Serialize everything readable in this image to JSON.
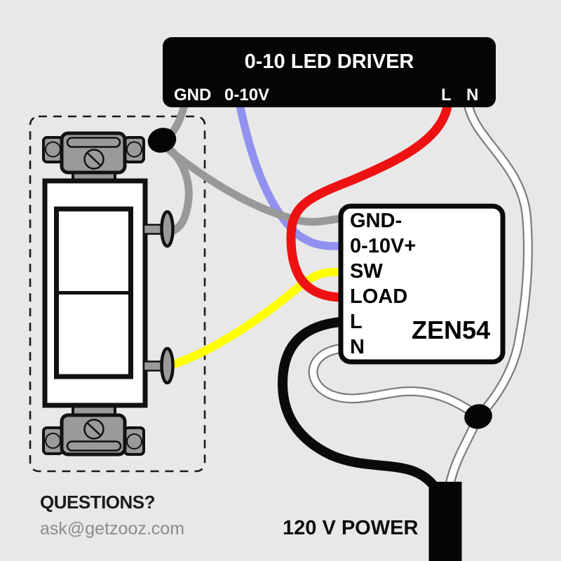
{
  "led_driver": {
    "title": "0-10 LED DRIVER",
    "terminal_gnd": "GND",
    "terminal_010v": "0-10V",
    "terminal_l": "L",
    "terminal_n": "N"
  },
  "zen54": {
    "name": "ZEN54",
    "terminals": [
      "GND-",
      "0-10V+",
      "SW",
      "LOAD",
      "L",
      "N"
    ]
  },
  "power": {
    "label": "120 V POWER"
  },
  "footer": {
    "questions": "QUESTIONS?",
    "email": "ask@getzooz.com"
  },
  "colors": {
    "background": "#e8e8e8",
    "wire_ground": "#999999",
    "wire_dim_signal": "#9191f0",
    "wire_line_hot": "#ee1111",
    "wire_switch": "#ffff00",
    "wire_load_hot": "#0a0a0a",
    "wire_neutral": "#ffffff",
    "wire_neutral_outline": "#7d7d7d"
  }
}
